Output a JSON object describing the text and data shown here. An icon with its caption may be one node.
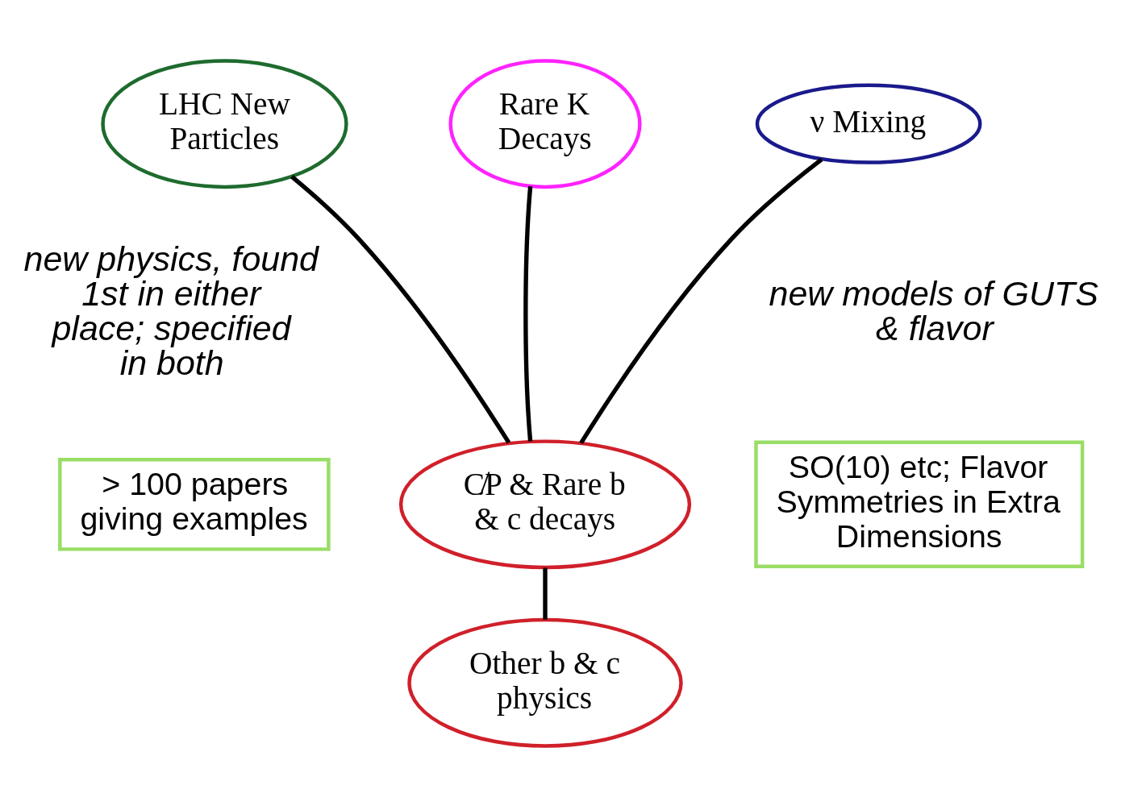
{
  "diagram": {
    "nodes": [
      {
        "text": [
          "LHC New Particles"
        ]
      },
      {
        "text": [
          "Rare K Decays"
        ]
      },
      {
        "text": [
          "ν Mixing"
        ]
      },
      {
        "text": [
          "C̸P & Rare b & c decays"
        ]
      },
      {
        "text": [
          "Other b & c physics"
        ]
      },
      {
        "text": [
          "> 100 papers giving examples"
        ]
      },
      {
        "text": [
          "SO(10) etc; Flavor Symmetries in Extra Dimensions"
        ]
      }
    ],
    "edges": [
      {
        "from": 0,
        "to": 3,
        "arrow": "none"
      },
      {
        "from": 1,
        "to": 3,
        "arrow": "none"
      },
      {
        "from": 2,
        "to": 3,
        "arrow": "none"
      },
      {
        "from": 3,
        "to": 4,
        "arrow": "none"
      }
    ],
    "labels": [
      "new physics, found 1st in either place; specified in both",
      "new models of GUTS & flavor"
    ]
  }
}
